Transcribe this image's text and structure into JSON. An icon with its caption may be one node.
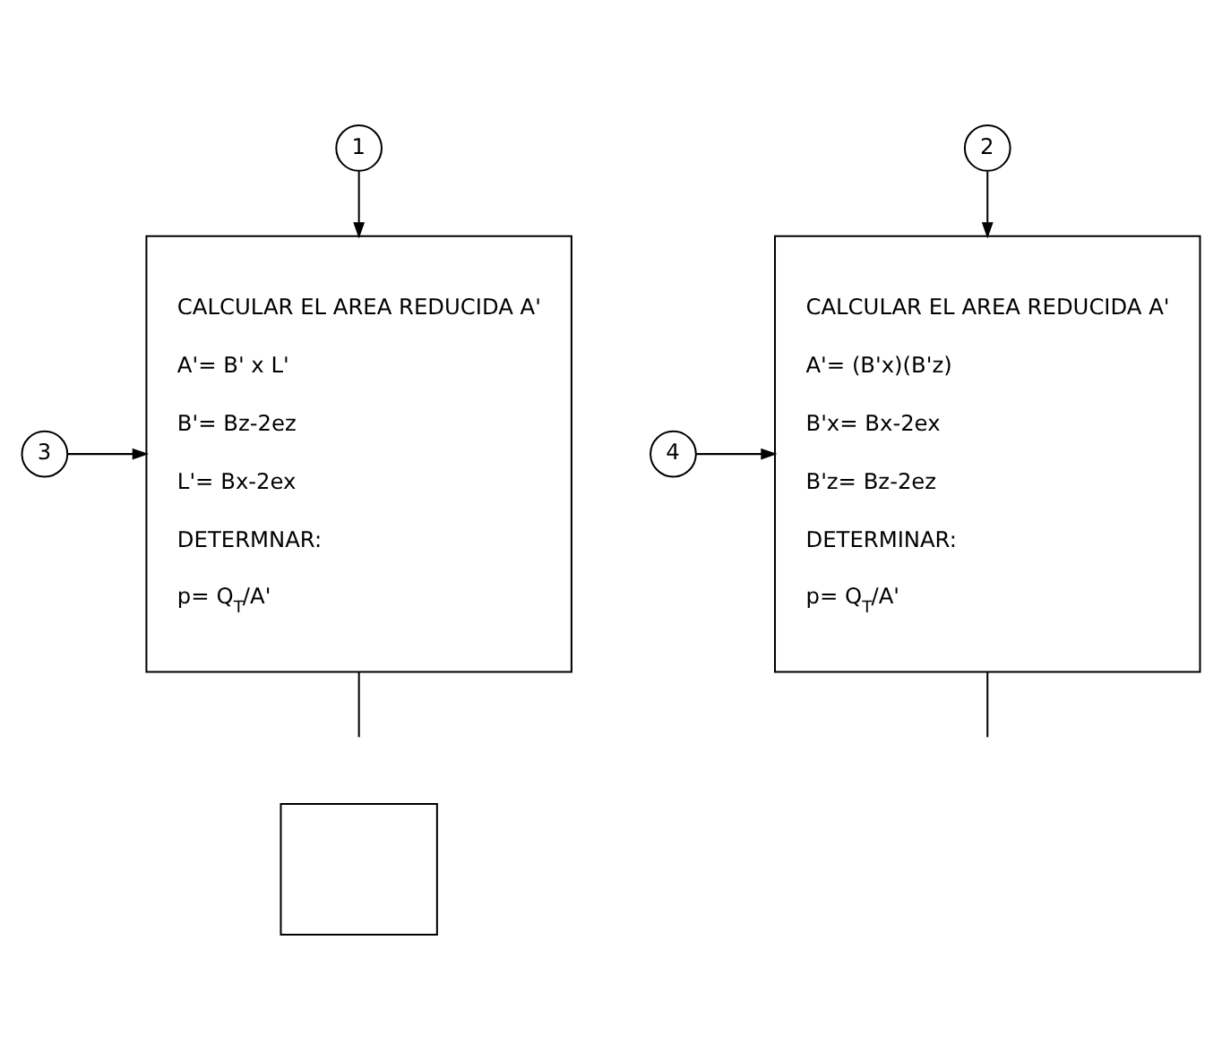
{
  "diagram": {
    "nodes": [
      {
        "text": [
          "1"
        ]
      },
      {
        "text": [
          "2"
        ]
      },
      {
        "text": [
          "3"
        ]
      },
      {
        "text": [
          "CALCULAR EL AREA REDUCIDA A'",
          "A'= B' x L'",
          "B'= Bz-2ez",
          "L'= Bx-2ex",
          "DETERMNAR:",
          "p= Q$_{T}$/A'"
        ]
      },
      {
        "text": [
          "4"
        ]
      },
      {
        "text": [
          "CALCULAR EL AREA REDUCIDA A'",
          "A'= (B'x)(B'z)",
          "B'x= Bx-2ex",
          "B'z= Bz-2ez",
          "DETERMINAR:",
          "p= Q$_{T}$/A'"
        ]
      },
      {
        "text": [],
        "shape": "box"
      }
    ],
    "edges": [
      {
        "from": 0,
        "to": 3,
        "arrow": "to"
      },
      {
        "from": 1,
        "to": 5,
        "arrow": "to"
      },
      {
        "from": 2,
        "to": 3,
        "arrow": "to"
      },
      {
        "from": 4,
        "to": 5,
        "arrow": "to"
      },
      {
        "from": 3,
        "to": null,
        "arrow": "none"
      },
      {
        "from": 5,
        "to": null,
        "arrow": "none"
      }
    ]
  }
}
